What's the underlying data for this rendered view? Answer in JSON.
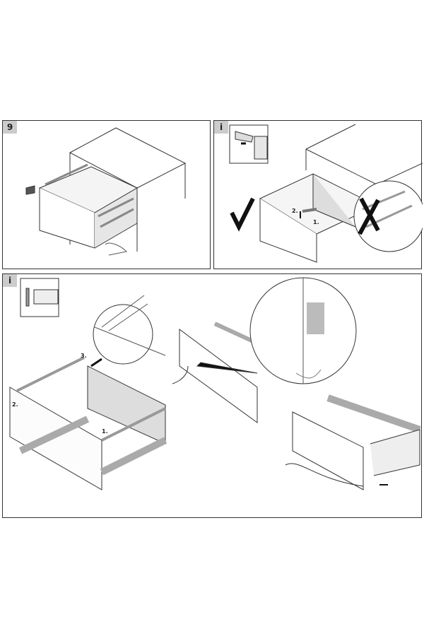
{
  "panels": [
    {
      "badge": "9"
    },
    {
      "badge": "i",
      "step_labels": [
        "1.",
        "2."
      ]
    },
    {
      "badge": "i",
      "step_labels": [
        "1.",
        "2.",
        "3."
      ]
    }
  ]
}
